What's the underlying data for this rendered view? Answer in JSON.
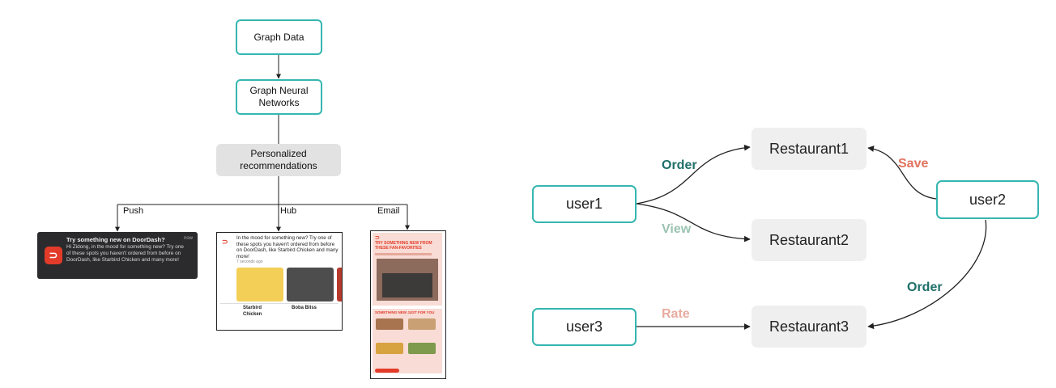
{
  "left_diagram": {
    "nodes": {
      "graph_data": "Graph Data",
      "gnn": "Graph Neural Networks",
      "recommendations": "Personalized recommendations"
    },
    "branches": [
      "Push",
      "Hub",
      "Email"
    ],
    "push_card": {
      "title": "Try something new on DoorDash?",
      "time": "now",
      "body": "Hi Zidong, in the mood for something new? Try one of these spots you haven't ordered from before on DoorDash, like Starbird Chicken and many more!"
    },
    "hub_card": {
      "text": "In the mood for something new? Try one of these spots you haven't ordered from before on DoorDash, like Starbird Chicken and many more!",
      "time": "7 seconds ago",
      "captions": [
        "Starbird Chicken",
        "Boba Bliss"
      ]
    },
    "email_card": {
      "headline": "TRY SOMETHING NEW FROM THESE FAN-FAVORITES",
      "section_heading": "SOMETHING NEW JUST FOR YOU"
    }
  },
  "right_diagram": {
    "users": [
      "user1",
      "user2",
      "user3"
    ],
    "restaurants": [
      "Restaurant1",
      "Restaurant2",
      "Restaurant3"
    ],
    "edges": [
      {
        "from": "user1",
        "to": "Restaurant1",
        "label": "Order",
        "color": "#1f6f69"
      },
      {
        "from": "user1",
        "to": "Restaurant2",
        "label": "View",
        "color": "#9cc3b2"
      },
      {
        "from": "user2",
        "to": "Restaurant1",
        "label": "Save",
        "color": "#e0735f"
      },
      {
        "from": "user2",
        "to": "Restaurant3",
        "label": "Order",
        "color": "#1f6f69"
      },
      {
        "from": "user3",
        "to": "Restaurant3",
        "label": "Rate",
        "color": "#e8aba0"
      }
    ]
  },
  "colors": {
    "accent_teal": "#35b6b0",
    "node_grey": "#e2e2e2",
    "doordash_red": "#e23b2a"
  }
}
